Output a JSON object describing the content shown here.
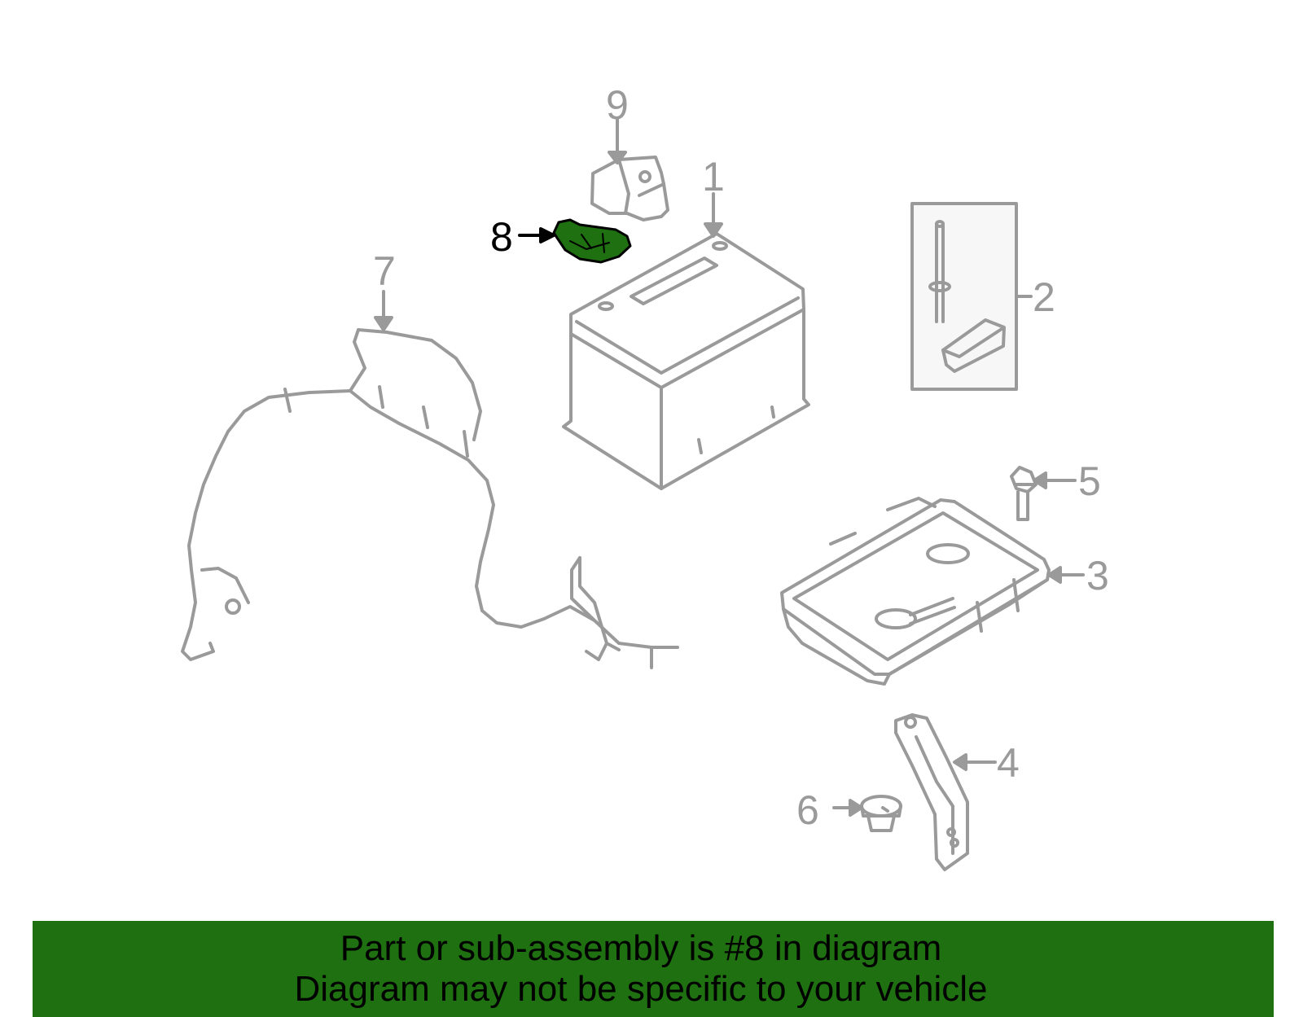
{
  "callouts": {
    "c1": "1",
    "c2": "2",
    "c3": "3",
    "c4": "4",
    "c5": "5",
    "c6": "6",
    "c7": "7",
    "c8": "8",
    "c9": "9"
  },
  "banner": {
    "line1": "Part or sub-assembly is #8 in diagram",
    "line2": "Diagram may not be specific to your vehicle"
  },
  "colors": {
    "line": "#9a9a9a",
    "highlight": "#1e7010",
    "banner_bg": "#1e7010"
  }
}
